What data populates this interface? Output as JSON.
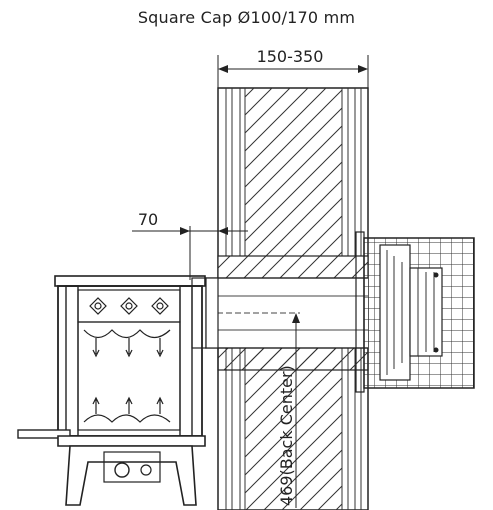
{
  "title": "Square Cap Ø100/170 mm",
  "dimensions": {
    "wall_thickness": "150-350",
    "stove_clearance": "70",
    "back_center_height": "469(Back Center)"
  }
}
